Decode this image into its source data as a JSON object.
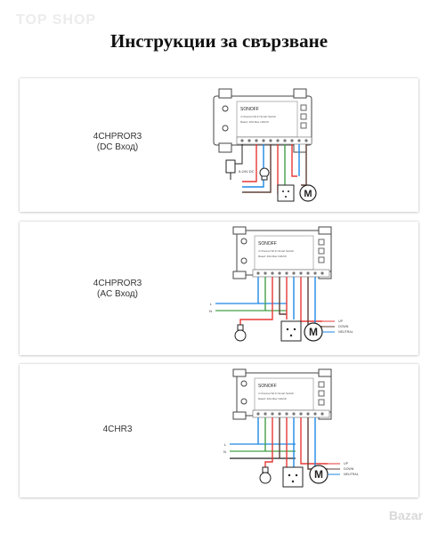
{
  "watermark": "TOP SHOP",
  "title": "Инструкции за свързване",
  "panels": [
    {
      "model": "4CHPROR3",
      "input": "(DC Вход)"
    },
    {
      "model": "4CHPROR3",
      "input": "(AC Вход)"
    },
    {
      "model": "4CHR3",
      "input": ""
    }
  ],
  "device": {
    "brand": "SONOFF",
    "module_text": "4 Channel Wi-Fi Smart Switch",
    "spec_text": "Rated: 40A Max 10A/Ch",
    "dc_text": "5-24V DC",
    "leads": [
      "L",
      "N"
    ]
  },
  "legend": [
    "UP",
    "DOWN",
    "NEUTRAL"
  ],
  "motor_symbol": "M",
  "logo_text": "Bazar",
  "colors": {
    "wire_red": "#e53935",
    "wire_blue": "#1e88e5",
    "wire_dark": "#5d4037",
    "wire_green": "#43a047",
    "wire_black": "#222222",
    "device_outline": "#444444"
  }
}
